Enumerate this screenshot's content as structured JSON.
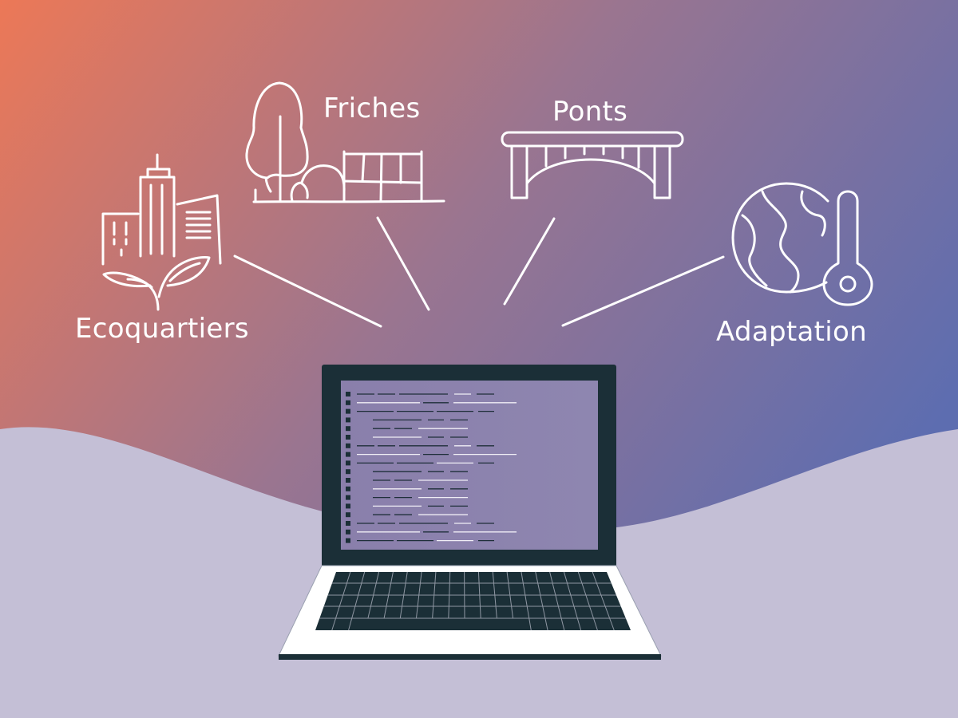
{
  "labels": {
    "ecoquartiers": "Ecoquartiers",
    "friches": "Friches",
    "ponts": "Ponts",
    "adaptation": "Adaptation"
  },
  "colors": {
    "gradient_start": "#ec7857",
    "gradient_mid": "#9a7590",
    "gradient_end": "#5d6db0",
    "ground": "#c4bfd6",
    "laptop_dark": "#1b2f37",
    "screen": "#8c82ad",
    "icon_stroke": "#ffffff"
  }
}
